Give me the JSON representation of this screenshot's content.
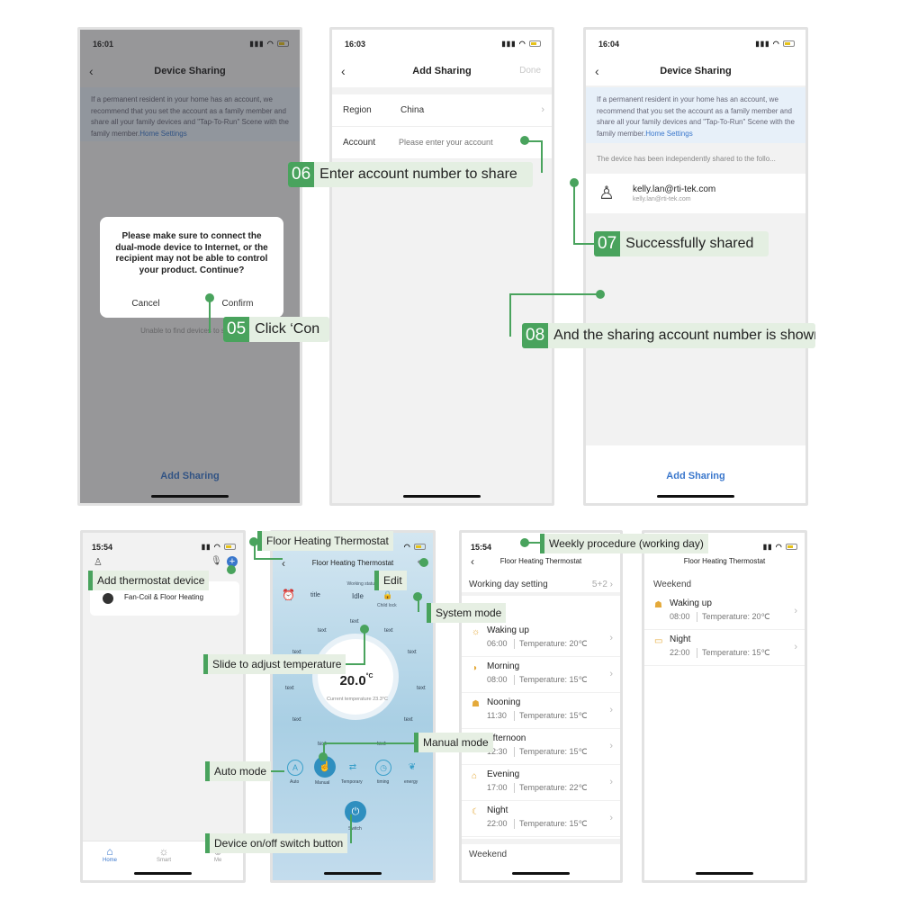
{
  "screen1": {
    "time": "16:01",
    "title": "Device Sharing",
    "note": "If a permanent resident in your home has an account, we recommend that you set the account as a family member and share all your family devices and \"Tap-To-Run\" Scene with the family member.",
    "note_link": "Home Settings",
    "dialog_text": "Please make sure to connect the dual-mode device to Internet, or the recipient may not be able to control your product. Continue?",
    "cancel": "Cancel",
    "confirm": "Confirm",
    "background_text": "Unable to find devices to share",
    "add_sharing": "Add Sharing"
  },
  "screen2": {
    "time": "16:03",
    "title": "Add Sharing",
    "done": "Done",
    "region_label": "Region",
    "region_value": "China",
    "account_label": "Account",
    "account_placeholder": "Please enter your account"
  },
  "screen3": {
    "time": "16:04",
    "title": "Device Sharing",
    "note": "If a permanent resident in your home has an account, we recommend that you set the account as a family member and share all your family devices and \"Tap-To-Run\" Scene with the family member.",
    "note_link": "Home Settings",
    "shared_notice": "The device has been independently shared to the follo...",
    "account_name": "kelly.lan@rti-tek.com",
    "account_sub": "kelly.lan@rti-tek.com",
    "add_sharing": "Add Sharing"
  },
  "callouts": {
    "c05_num": "05",
    "c05_text": "Click ‘Con",
    "c06_num": "06",
    "c06_text": "Enter account number to share",
    "c07_num": "07",
    "c07_text": "Successfully shared",
    "c08_num": "08",
    "c08_text": "And the sharing account number is shown"
  },
  "screen4": {
    "time": "15:54",
    "device_name": "Fan-Coil & Floor Heating",
    "nav": [
      "Home",
      "Smart",
      "Me"
    ]
  },
  "screen5": {
    "title": "Floor Heating Thermostat",
    "status_left": "title",
    "status_label": "Working status",
    "status_value": "Idle",
    "child_lock": "Child lock",
    "temperature": "20.0",
    "temp_unit": "°C",
    "current_temp": "Current temperature 23.3°C",
    "ring_text": "text",
    "modes": [
      "Auto",
      "Manual",
      "Temporary",
      "timing",
      "energy"
    ],
    "switch_label": "Switch"
  },
  "screen6": {
    "time": "15:54",
    "title": "Floor Heating Thermostat",
    "section": "Working day setting",
    "section_value": "5+2",
    "items": [
      {
        "name": "Waking up",
        "time": "06:00",
        "temp": "Temperature: 20℃"
      },
      {
        "name": "Morning",
        "time": "08:00",
        "temp": "Temperature: 15℃"
      },
      {
        "name": "Nooning",
        "time": "11:30",
        "temp": "Temperature: 15℃"
      },
      {
        "name": "Afternoon",
        "time": "12:30",
        "temp": "Temperature: 15℃"
      },
      {
        "name": "Evening",
        "time": "17:00",
        "temp": "Temperature: 22℃"
      },
      {
        "name": "Night",
        "time": "22:00",
        "temp": "Temperature: 15℃"
      }
    ],
    "weekend_header": "Weekend"
  },
  "screen7": {
    "title": "Floor Heating Thermostat",
    "section": "Weekend",
    "items": [
      {
        "name": "Waking up",
        "time": "08:00",
        "temp": "Temperature: 20℃"
      },
      {
        "name": "Night",
        "time": "22:00",
        "temp": "Temperature: 15℃"
      }
    ]
  },
  "tags": {
    "floor_heating": "Floor Heating Thermostat",
    "add_device": "Add thermostat device",
    "edit": "Edit",
    "system_mode": "System mode",
    "slide": "Slide to adjust temperature",
    "manual_mode": "Manual mode",
    "auto_mode": "Auto mode",
    "switch_button": "Device on/off switch button",
    "weekly": "Weekly procedure (working day)"
  },
  "colors": {
    "accent": "#49a35d",
    "link": "#3a77cc",
    "info_bg": "#e7f0f9"
  }
}
